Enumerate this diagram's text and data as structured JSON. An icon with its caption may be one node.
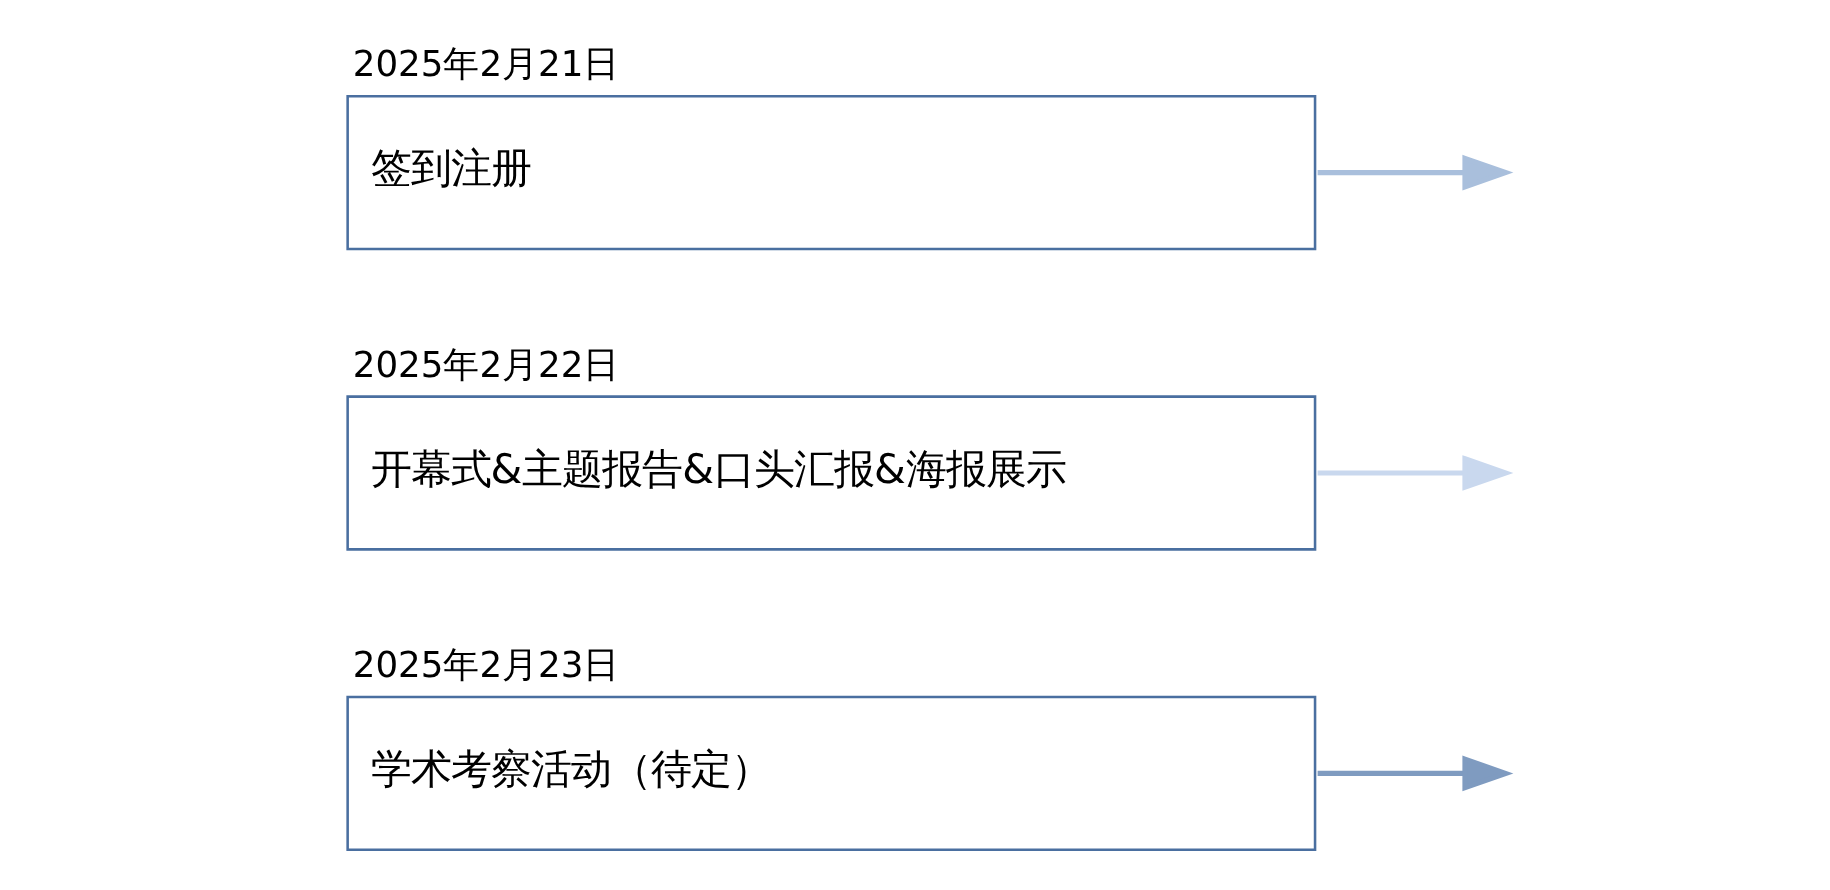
{
  "diagram": {
    "nodes": [
      {
        "text": [
          "2025年2月21日",
          "签到注册"
        ]
      },
      {
        "text": [
          "2025年2月22日",
          "开幕式&主题报告&口头汇报&海报展示"
        ]
      },
      {
        "text": [
          "2025年2月23日",
          "学术考察活动（待定）"
        ]
      }
    ],
    "edges": [
      {
        "from": 0,
        "to": null,
        "arrow": "to",
        "color": "#a9bfdc"
      },
      {
        "from": 1,
        "to": null,
        "arrow": "to",
        "color": "#c9d8ee"
      },
      {
        "from": 2,
        "to": null,
        "arrow": "to",
        "color": "#7f9bc0"
      }
    ]
  }
}
